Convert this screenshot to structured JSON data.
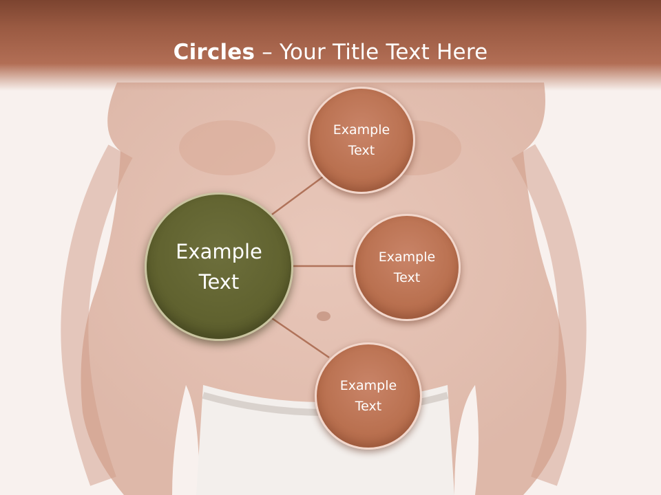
{
  "slide": {
    "title_bold": "Circles",
    "title_rest": " – Your Title Text Here"
  },
  "diagram": {
    "center": {
      "label": "Example\nText",
      "color": "#60622f"
    },
    "satellites": [
      {
        "label": "Example\nText",
        "color": "#b9704f"
      },
      {
        "label": "Example\nText",
        "color": "#b9704f"
      },
      {
        "label": "Example\nText",
        "color": "#b9704f"
      }
    ],
    "connector_color": "#b0735a",
    "title_bar_color": "#9a5a42"
  }
}
